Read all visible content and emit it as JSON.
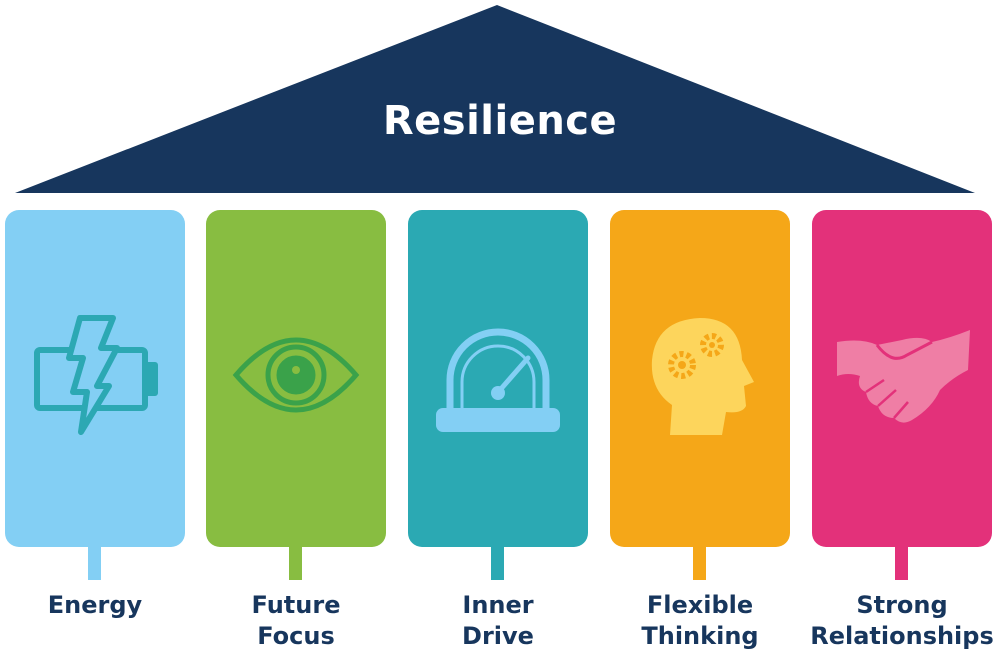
{
  "title": "Resilience",
  "colors": {
    "roof": "#17365d",
    "text": "#17365d"
  },
  "pillars": [
    {
      "label_line1": "Energy",
      "label_line2": "",
      "icon": "battery-lightning-icon",
      "color": "#83cff4",
      "icon_color": "#2ca8b3"
    },
    {
      "label_line1": "Future",
      "label_line2": "Focus",
      "icon": "eye-icon",
      "color": "#88bd41",
      "icon_color": "#3aa24a"
    },
    {
      "label_line1": "Inner",
      "label_line2": "Drive",
      "icon": "speedometer-icon",
      "color": "#2ba9b3",
      "icon_color": "#83cff4"
    },
    {
      "label_line1": "Flexible",
      "label_line2": "Thinking",
      "icon": "head-gears-icon",
      "color": "#f5a718",
      "icon_color": "#fdd55c"
    },
    {
      "label_line1": "Strong",
      "label_line2": "Relationships",
      "icon": "handshake-icon",
      "color": "#e3317a",
      "icon_color": "#ef7ea5"
    }
  ]
}
